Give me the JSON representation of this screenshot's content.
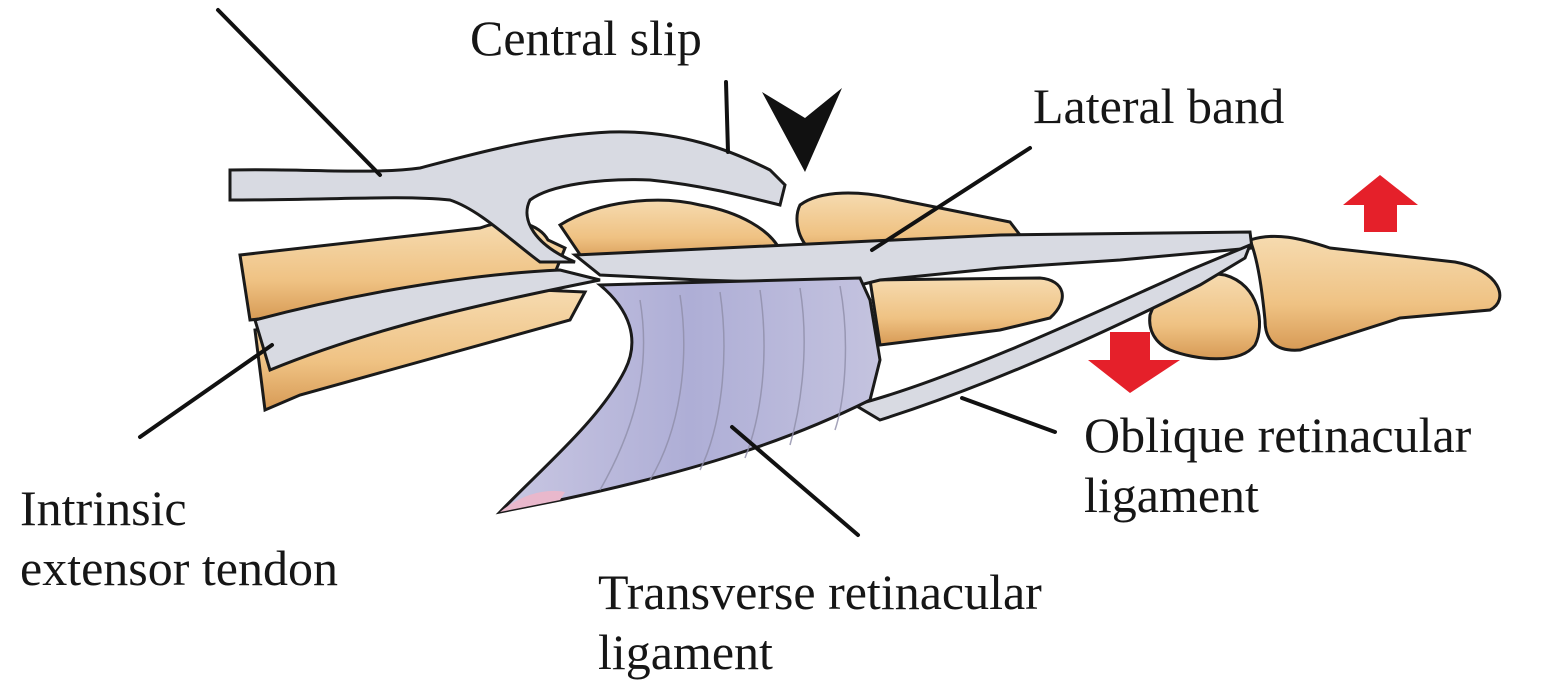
{
  "labels": {
    "central_slip": "Central slip",
    "lateral_band": "Lateral band",
    "oblique": {
      "line1": "Oblique retinacular",
      "line2": "ligament"
    },
    "transverse": {
      "line1": "Transverse retinacular",
      "line2": "ligament"
    },
    "intrinsic": {
      "line1": "Intrinsic",
      "line2": "extensor tendon"
    }
  },
  "colors": {
    "bone": "#f0c98e",
    "bone_shade": "#d89a52",
    "tendon": "#d9dbe2",
    "tendon_shade": "#b9bcc9",
    "retinacular": "#b7b6d8",
    "outline": "#1a1a1a",
    "arrow": "#e5202a"
  },
  "icons": {
    "arrowhead": "black-arrowhead-icon",
    "arrow_up": "red-arrow-up-icon",
    "arrow_down": "red-arrow-down-icon"
  }
}
